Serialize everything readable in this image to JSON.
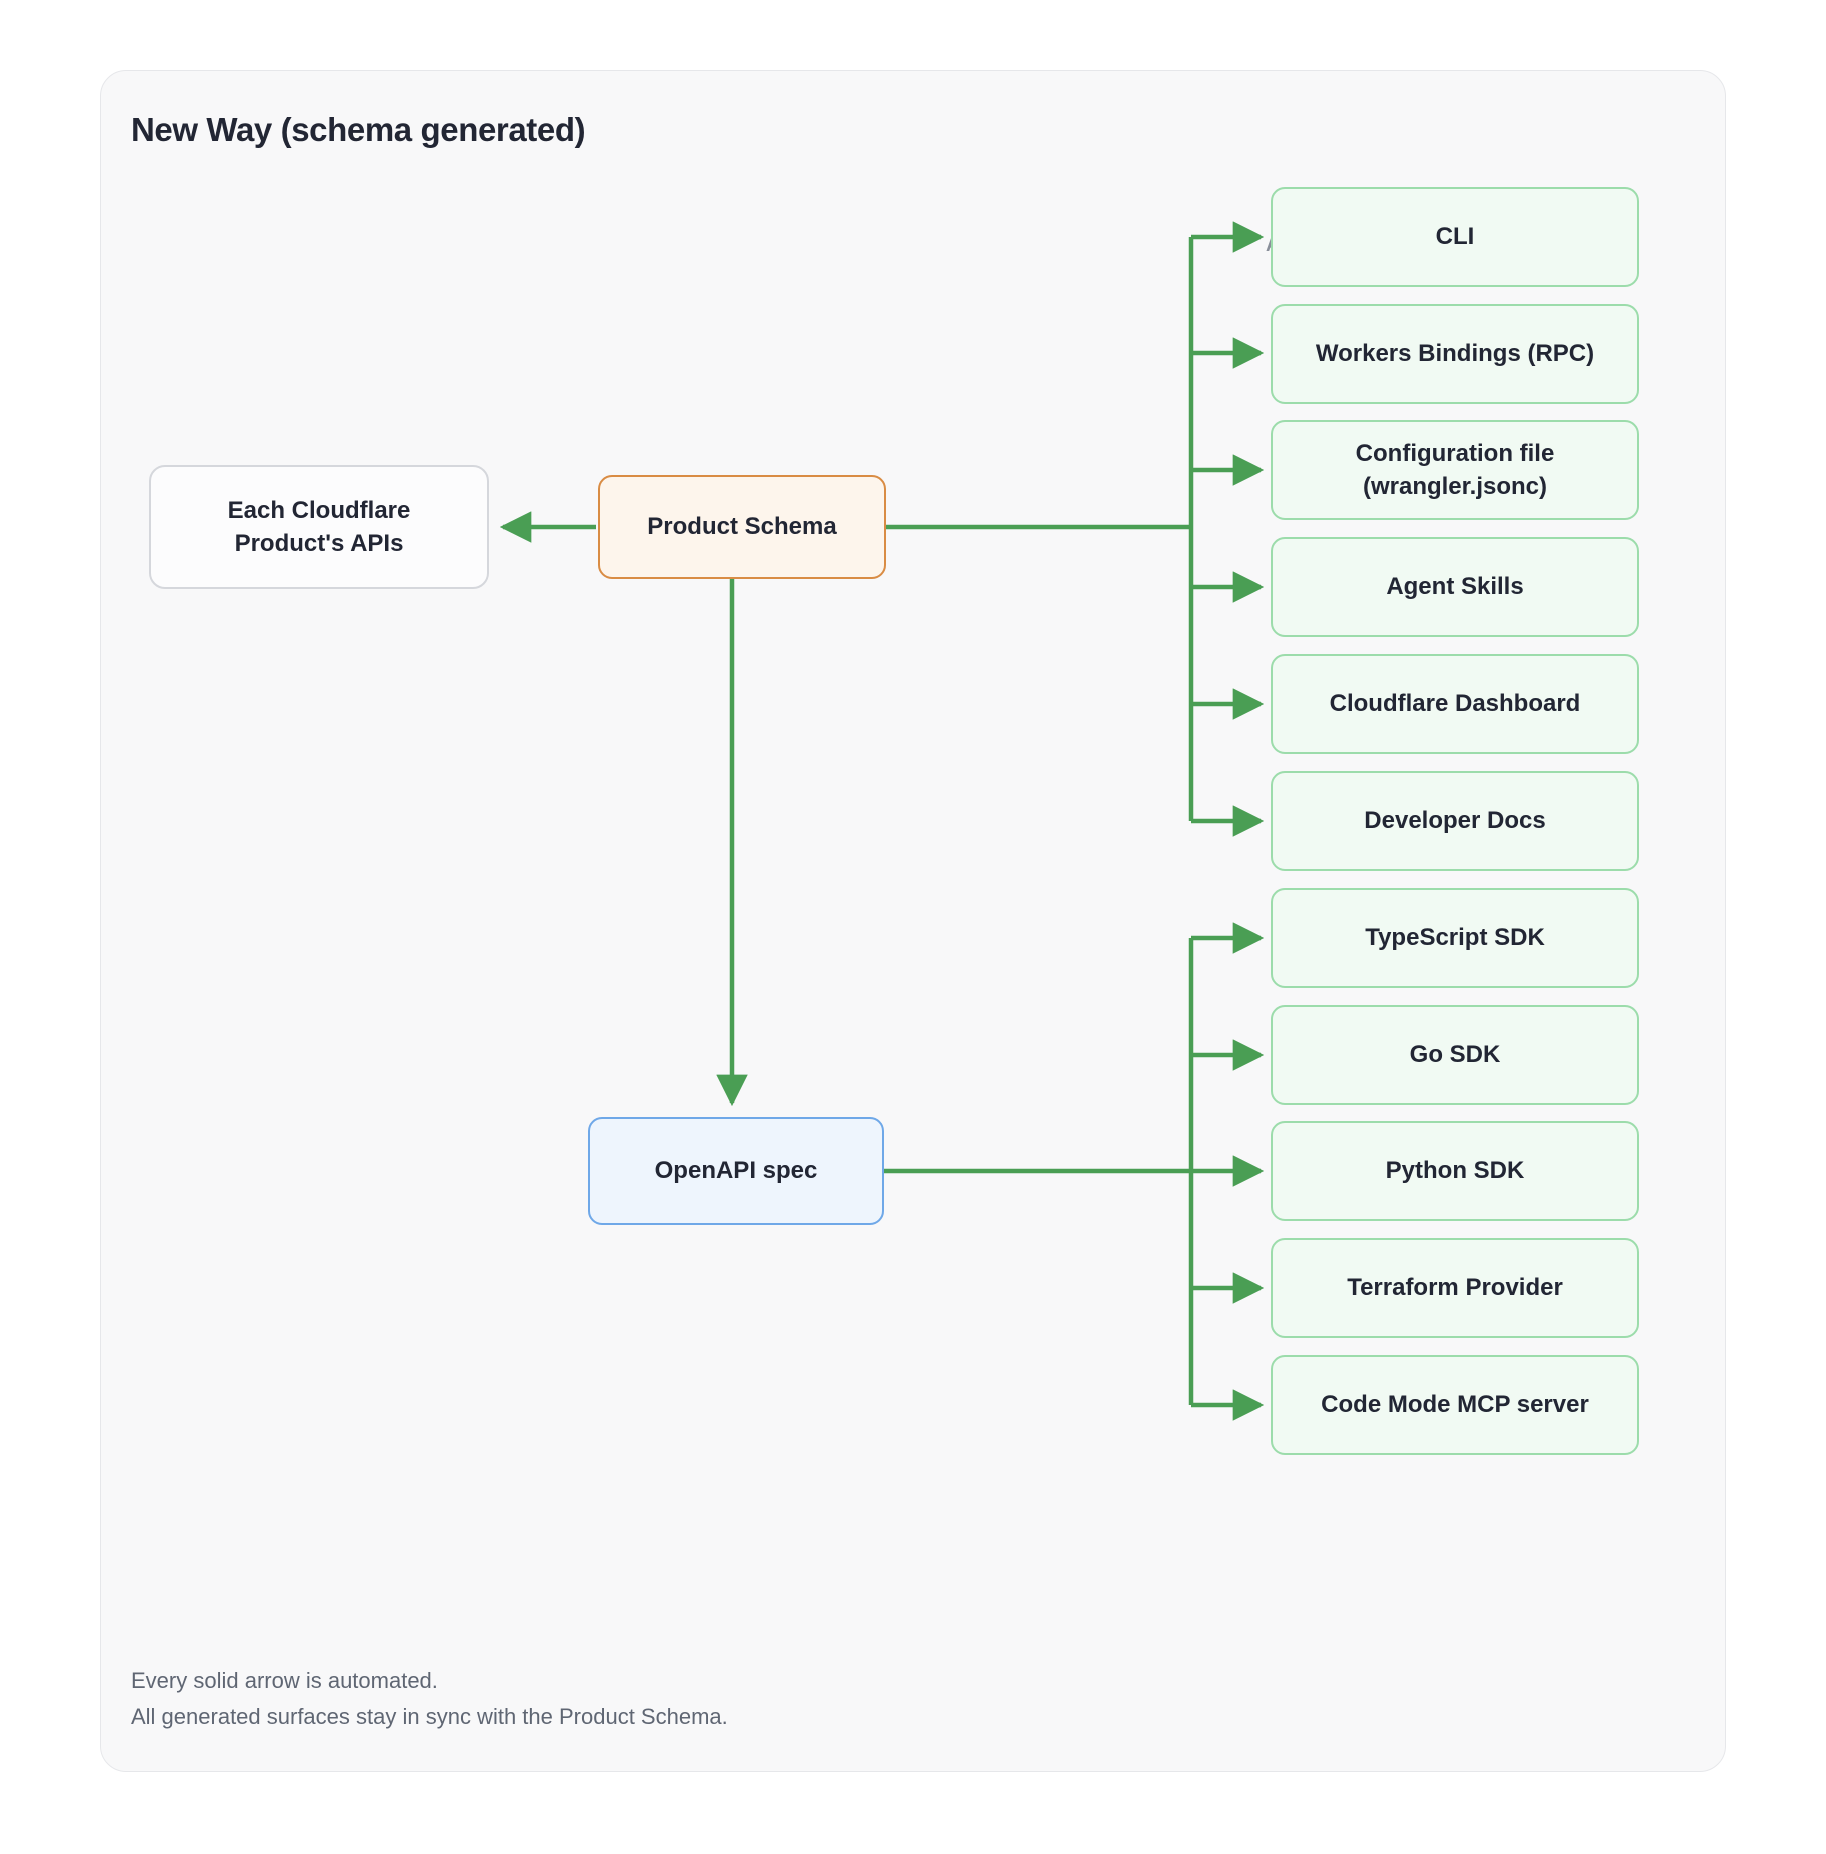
{
  "diagram": {
    "title": "New Way (schema generated)",
    "group_label": "AGENT INTERFACES",
    "footer": "Every solid arrow is automated.\nAll generated surfaces stay in sync with the Product Schema.",
    "colors": {
      "card_background": "#f8f8f9",
      "card_border": "#e6e7ea",
      "arrow_green": "#4a9e54",
      "node_green_border": "#9cdcab",
      "node_green_fill": "#f1faf3",
      "node_orange_border": "#d98c44",
      "node_orange_fill": "#fdf5ec",
      "node_blue_border": "#6fa8e8",
      "node_blue_fill": "#eef5fd",
      "node_gray_border": "#d5d7dc",
      "node_gray_fill": "#fcfcfd",
      "text": "#222634",
      "muted_text": "#8a8f9a"
    },
    "nodes": {
      "source": {
        "label": "Each Cloudflare\nProduct's APIs"
      },
      "schema": {
        "label": "Product Schema"
      },
      "openapi": {
        "label": "OpenAPI spec"
      }
    },
    "agent_interfaces": [
      {
        "label": "CLI"
      },
      {
        "label": "Workers Bindings (RPC)"
      },
      {
        "label": "Configuration file (wrangler.jsonc)"
      },
      {
        "label": "Agent Skills"
      },
      {
        "label": "Cloudflare Dashboard"
      },
      {
        "label": "Developer Docs"
      }
    ],
    "sdk_outputs": [
      {
        "label": "TypeScript SDK"
      },
      {
        "label": "Go SDK"
      },
      {
        "label": "Python SDK"
      },
      {
        "label": "Terraform Provider"
      },
      {
        "label": "Code Mode MCP server"
      }
    ],
    "edges": [
      {
        "from": "Product Schema",
        "to": "Each Cloudflare Product's APIs",
        "style": "solid"
      },
      {
        "from": "Product Schema",
        "to": "Agent Interfaces",
        "style": "solid"
      },
      {
        "from": "Product Schema",
        "to": "OpenAPI spec",
        "style": "solid"
      },
      {
        "from": "OpenAPI spec",
        "to": "SDK outputs",
        "style": "solid"
      }
    ]
  }
}
